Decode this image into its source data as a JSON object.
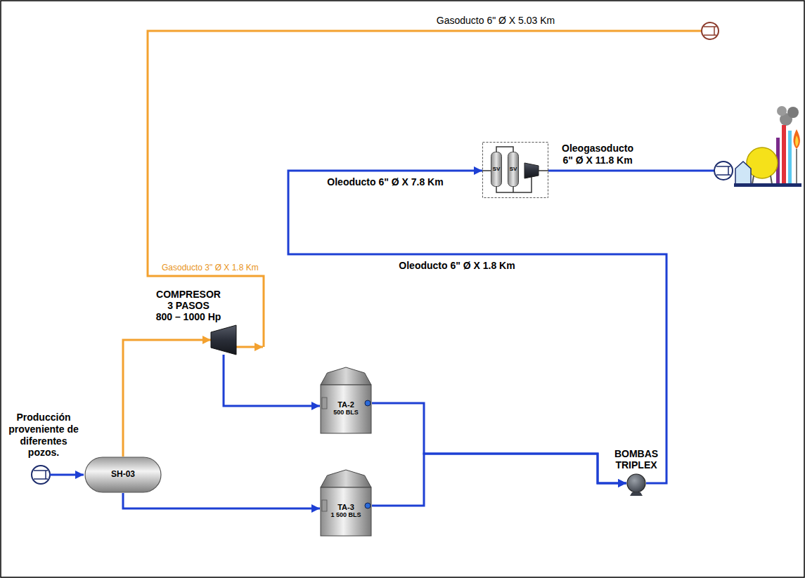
{
  "diagram": {
    "nodes": [
      {
        "text": []
      },
      {
        "text": [
          "SV"
        ],
        "in": 0
      },
      {
        "text": [
          "SV"
        ],
        "in": 0
      },
      {
        "text": [
          "COMPRESOR 3 PASOS",
          "800 – 1000 Hp"
        ]
      },
      {
        "text": [
          "TA-2",
          "500 BLS"
        ]
      },
      {
        "text": [
          "BOMBAS TRIPLEX"
        ]
      },
      {
        "text": [
          "SH-03"
        ]
      },
      {
        "text": [
          "TA-3",
          "1 500 BLS"
        ]
      }
    ],
    "edges": [
      {
        "from": 6,
        "to": 3,
        "arrow": "to"
      },
      {
        "from": 3,
        "to": 4,
        "arrow": "to"
      },
      {
        "from": 6,
        "to": 7,
        "arrow": "to"
      },
      {
        "from": 4,
        "to": 5,
        "arrow": "to"
      },
      {
        "from": 7,
        "to": 5,
        "arrow": "to"
      },
      {
        "from": 5,
        "to": 0,
        "arrow": "to"
      }
    ],
    "labels": [
      "Gasoducto 6\" Ø X 5.03 Km",
      "Oleogasoducto 6\" Ø X 11.8 Km",
      "Oleoducto 6\" Ø X 7.8 Km",
      "Oleoducto 6\" Ø X 1.8 Km",
      "Gasoducto 3\" Ø X 1.8 Km",
      "Producción proveniente de diferentes pozos."
    ]
  }
}
